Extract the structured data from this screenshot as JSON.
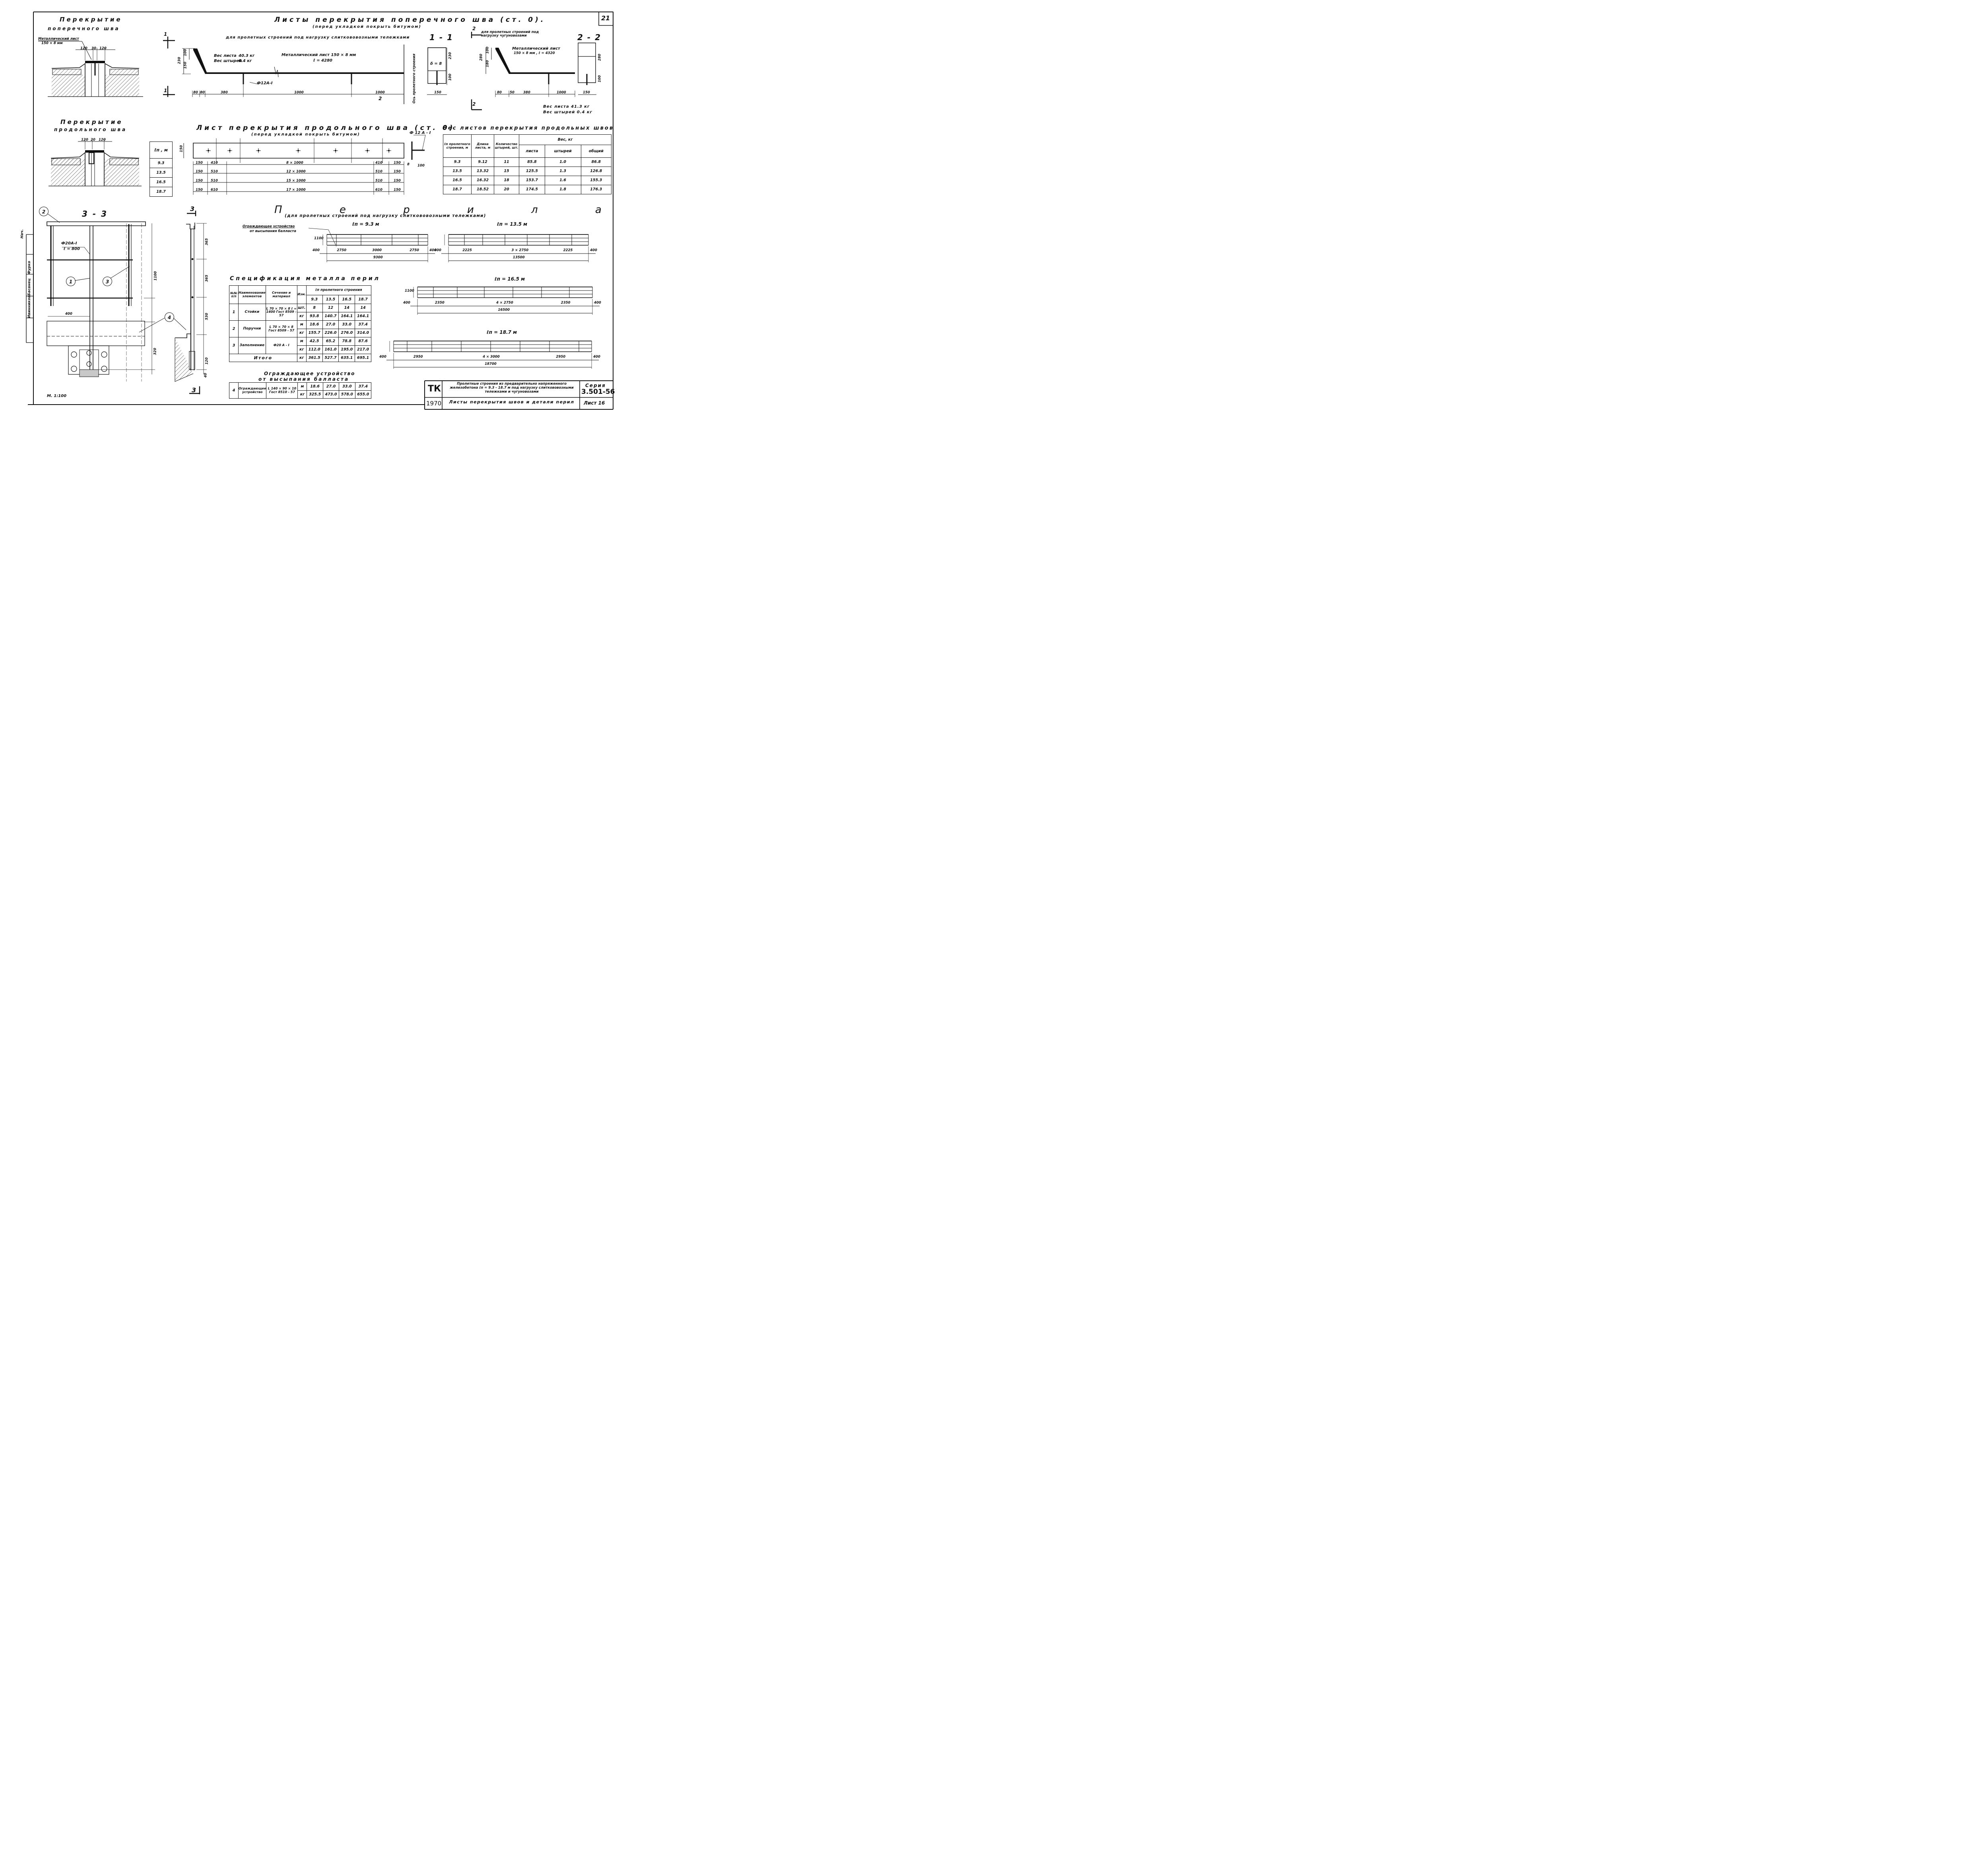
{
  "sheet_number": "21",
  "scale": "М. 1:100",
  "left_views": {
    "transverse_title_1": "Перекрытие",
    "transverse_title_2": "поперечного шва",
    "transverse_sheet_label": "Металлический лист",
    "transverse_sheet_size": "150 × 8 мм",
    "transverse_dims": [
      "120",
      "30",
      "120"
    ],
    "longitudinal_title_1": "Перекрытие",
    "longitudinal_title_2": "продольного шва",
    "longitudinal_dims": [
      "120",
      "20",
      "120"
    ]
  },
  "transverse_sheets": {
    "title": "Листы перекрытия поперечного шва (ст. 0).",
    "subtitle": "(перед укладкой покрыть битумом)",
    "caption_heavy": "для пролетных строений под нагрузку слиткововозными тележками",
    "weight_sheet_label": "Вес листа",
    "weight_sheet_value": "40.3 кг",
    "weight_studs_label": "Вес штырей",
    "weight_studs_value": "0.4 кг",
    "metal_sheet_label": "Металлический лист 150 × 8 мм",
    "metal_sheet_length": "ℓ = 4280",
    "stud_label": "Ф12А-I",
    "dims": [
      "80",
      "80",
      "380",
      "1000",
      "1000"
    ],
    "height_dims": [
      "230",
      "100",
      "150"
    ],
    "axis_label": "Ось пролетного строения",
    "section_11": "1 - 1",
    "section_11_thick": "δ = 8",
    "section_11_dims": [
      "230",
      "100",
      "150"
    ],
    "section_22": "2 - 2",
    "caption_cast": "для пролетных строений под нагрузку чугуновозами",
    "metal_sheet_label_2": "Металлический лист",
    "metal_sheet_size_2": "150 × 8 мм , ℓ = 4320",
    "dims_2": [
      "80",
      "50",
      "380",
      "1000"
    ],
    "height_dims_2": [
      "280",
      "100",
      "180"
    ],
    "section_22_dims": [
      "280",
      "100",
      "150"
    ],
    "weight_sheet_2": "Вес листа 41.3 кг",
    "weight_studs_2": "Вес штырей 0.4 кг",
    "mark_1": "1",
    "mark_2": "2"
  },
  "longitudinal_sheet": {
    "title": "Лист перекрытия продольного шва (ст. 0)",
    "subtitle": "(перед укладкой покрыть битумом)",
    "height_dim": "150",
    "stud_label": "Ф 12 А - I",
    "stud_dims": [
      "8",
      "100"
    ],
    "ln_header": "ℓп , м",
    "ln_values": [
      "9.3",
      "13.5",
      "16.5",
      "18.7"
    ],
    "rows": [
      [
        "150",
        "410",
        "8 × 1000",
        "410",
        "150"
      ],
      [
        "150",
        "510",
        "12 × 1000",
        "510",
        "150"
      ],
      [
        "150",
        "510",
        "15 × 1000",
        "510",
        "150"
      ],
      [
        "150",
        "610",
        "17 × 1000",
        "610",
        "150"
      ]
    ]
  },
  "long_weights": {
    "title": "Вес листов перекрытия продольных швов",
    "headers": [
      "ℓп пролетного строения, м",
      "Длина листа, м",
      "Количество штырей, шт.",
      "Вес, кг",
      "листа",
      "штырей",
      "общий"
    ],
    "rows": [
      [
        "9.3",
        "9.12",
        "11",
        "85.8",
        "1.0",
        "86.8"
      ],
      [
        "13.5",
        "13.32",
        "15",
        "125.5",
        "1.3",
        "126.8"
      ],
      [
        "16.5",
        "16.32",
        "18",
        "153.7",
        "1.6",
        "155.3"
      ],
      [
        "18.7",
        "18.52",
        "20",
        "174.5",
        "1.8",
        "176.3"
      ]
    ]
  },
  "section_33": {
    "title": "3 - 3",
    "bar_label": "Ф20А-I",
    "bar_length": "ℓ = 800",
    "callouts": [
      "2",
      "1",
      "3",
      "4"
    ],
    "dims": [
      "400",
      "1100",
      "320"
    ],
    "side_dims": [
      "365",
      "365",
      "530",
      "120",
      "40"
    ],
    "mark_3": "3"
  },
  "railings": {
    "title": "П е р и л а",
    "subtitle": "(для пролетных строений под нагрузку слиткововозными тележками)",
    "barrier_label_1": "Ограждающее устройство",
    "barrier_label_2": "от высыпания балласта",
    "views": [
      {
        "label": "ℓп = 9.3 м",
        "height": "1100",
        "end": "400",
        "spans": [
          "2750",
          "3000",
          "2750"
        ],
        "total": "9300"
      },
      {
        "label": "ℓп = 13.5 м",
        "height": "",
        "end": "400",
        "spans": [
          "2225",
          "3 × 2750",
          "2225"
        ],
        "total": "13500"
      },
      {
        "label": "ℓп = 16.5 м",
        "height": "1100",
        "end": "400",
        "spans": [
          "2350",
          "4 × 2750",
          "2350"
        ],
        "total": "16500"
      },
      {
        "label": "ℓп = 18.7 м",
        "height": "",
        "end": "400",
        "spans": [
          "2950",
          "4 × 3000",
          "2950"
        ],
        "total": "18700"
      }
    ]
  },
  "spec": {
    "title": "Спецификация металла перил",
    "h_no": "№№ п/п",
    "h_name": "Наименование элементов",
    "h_section": "Сечение и материал",
    "h_unit": "Изм.",
    "h_span": "ℓп пролетного строения",
    "spans": [
      "9.3",
      "13.5",
      "16.5",
      "18.7"
    ],
    "rows": [
      {
        "no": "1",
        "name": "Стойки",
        "section": "L 70 × 70 × 8 ℓ = 1400 Гост 8509 - 57",
        "units": [
          "шт.",
          "кг"
        ],
        "vals": [
          [
            "8",
            "12",
            "14",
            "14"
          ],
          [
            "93.8",
            "140.7",
            "164.1",
            "164.1"
          ]
        ]
      },
      {
        "no": "2",
        "name": "Поручни",
        "section": "L 70 × 70 × 8 Гост 8509 - 57",
        "units": [
          "м",
          "кг"
        ],
        "vals": [
          [
            "18.6",
            "27.0",
            "33.0",
            "37.4"
          ],
          [
            "155.7",
            "226.0",
            "276.0",
            "314.0"
          ]
        ]
      },
      {
        "no": "3",
        "name": "Заполнение",
        "section": "Ф20 А - I",
        "units": [
          "м",
          "кг"
        ],
        "vals": [
          [
            "42.5",
            "65.2",
            "78.8",
            "87.6"
          ],
          [
            "112.0",
            "161.0",
            "195.0",
            "217.0"
          ]
        ]
      }
    ],
    "total_label": "Итого",
    "total_unit": "кг",
    "total_vals": [
      "361.5",
      "527.7",
      "635.1",
      "695.1"
    ]
  },
  "barrier": {
    "title_1": "Ограждающее устройство",
    "title_2": "от высыпания балласта",
    "no": "4",
    "name": "Ограждающее устройство",
    "section": "L 140 × 90 × 10 Гост 8510 - 57",
    "units": [
      "м",
      "кг"
    ],
    "vals": [
      [
        "18.6",
        "27.0",
        "33.0",
        "37.4"
      ],
      [
        "325.5",
        "473.0",
        "578.0",
        "655.0"
      ]
    ]
  },
  "stamp": {
    "org": "ТК",
    "year": "1970",
    "description": "Пролетные строения из предварительно напряженного железобетона ℓп = 9.3 - 18.7 м под нагрузку слиткововозными тележками и чугуновозами",
    "sheet_title": "Листы перекрытия швов и детали перил",
    "series_label": "Серия",
    "series_value": "3.501-56",
    "sheet_label": "Лист 16"
  },
  "margin_signatures": [
    "Нач.",
    "Фурко",
    "Басанец",
    "Ивинников"
  ]
}
